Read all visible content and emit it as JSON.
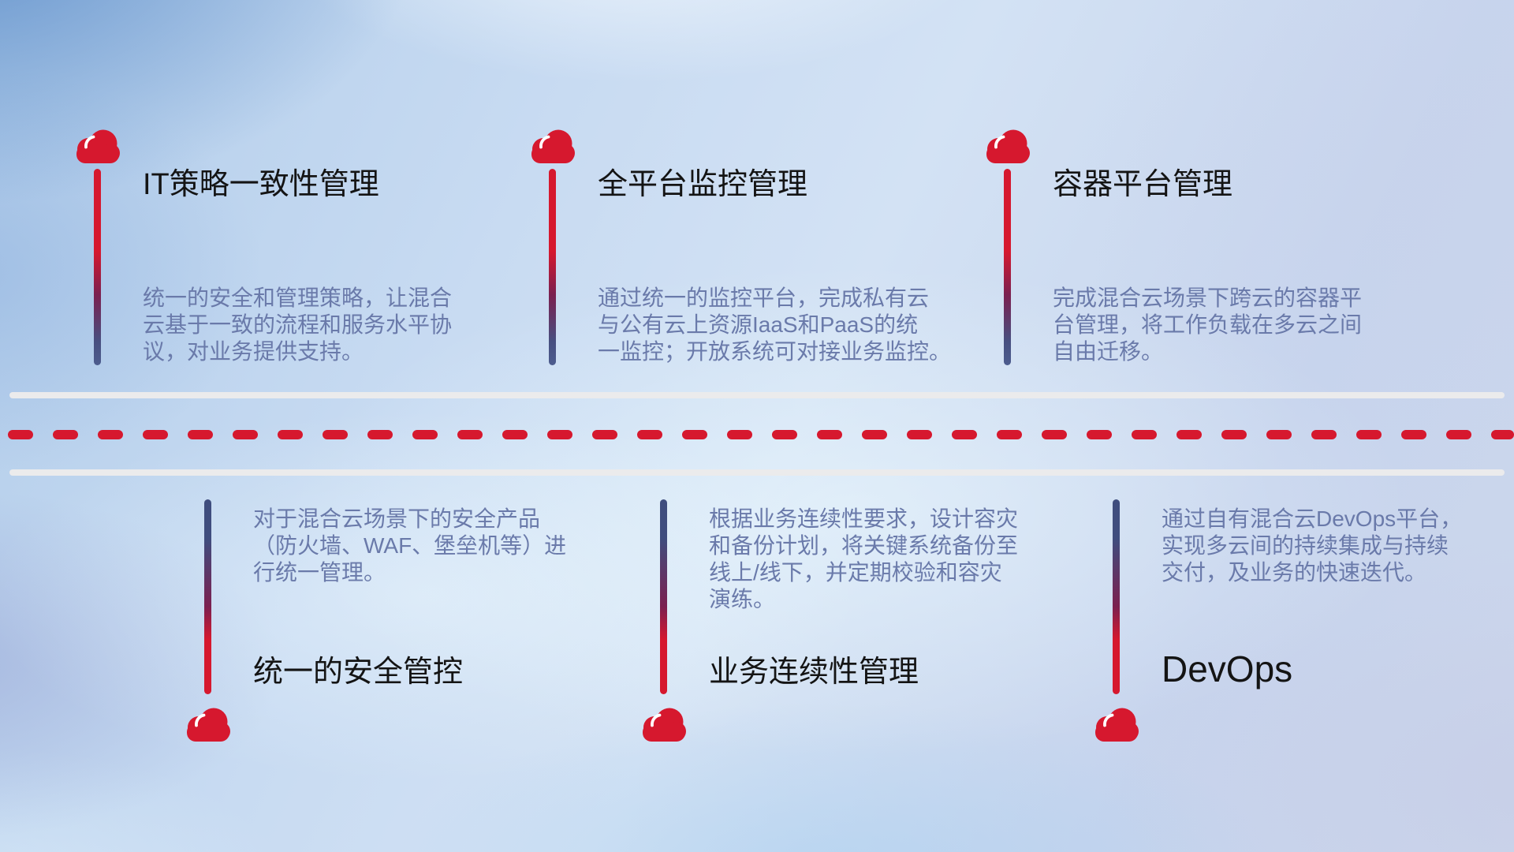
{
  "colors": {
    "accent_red": "#d6182e",
    "pole_navy": "#3f4d7e",
    "title_text": "#141414",
    "description_text": "#6a7aaa",
    "road_line": "#ebebec"
  },
  "top_items": [
    {
      "title": "IT策略一致性管理",
      "description": "统一的安全和管理策略，让混合\n云基于一致的流程和服务水平协\n议，对业务提供支持。"
    },
    {
      "title": "全平台监控管理",
      "description": "通过统一的监控平台，完成私有云\n与公有云上资源IaaS和PaaS的统\n一监控；开放系统可对接业务监控。"
    },
    {
      "title": "容器平台管理",
      "description": "完成混合云场景下跨云的容器平\n台管理，将工作负载在多云之间\n自由迁移。"
    }
  ],
  "bottom_items": [
    {
      "title": "统一的安全管控",
      "description": "对于混合云场景下的安全产品\n（防火墙、WAF、堡垒机等）进\n行统一管理。"
    },
    {
      "title": "业务连续性管理",
      "description": "根据业务连续性要求，设计容灾\n和备份计划，将关键系统备份至\n线上/线下，并定期校验和容灾\n演练。"
    },
    {
      "title": "DevOps",
      "description": "通过自有混合云DevOps平台，\n实现多云间的持续集成与持续\n交付，及业务的快速迭代。"
    }
  ]
}
